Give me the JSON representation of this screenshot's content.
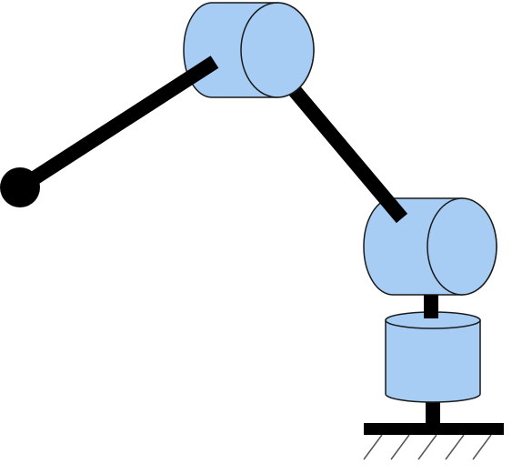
{
  "diagram": {
    "parts": {
      "base_plate": "base-plate",
      "ground_hatch": "ground-hatch",
      "base_cylinder": "base-cylinder",
      "lower_joint": "lower-joint",
      "upper_joint": "upper-joint",
      "forearm": "forearm-link",
      "upper_arm": "upper-arm-link",
      "end_effector": "end-effector"
    },
    "colors": {
      "joint_fill": "#a7cdf5",
      "joint_stroke": "#1a1a1a",
      "link": "#000000",
      "hatch": "#555555",
      "background": "#ffffff"
    }
  }
}
